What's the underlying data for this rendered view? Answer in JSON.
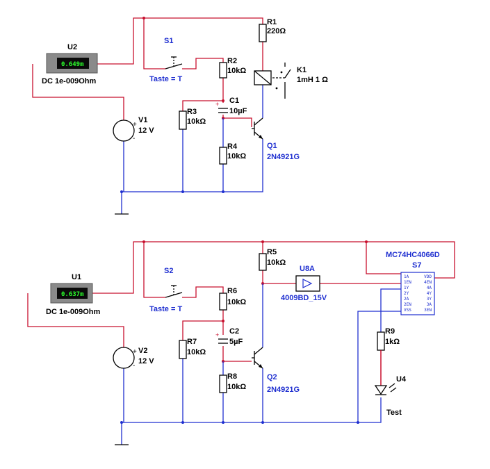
{
  "circuit1": {
    "meter": {
      "name": "U2",
      "reading": "0.649m",
      "mode": "DC  1e-009Ohm"
    },
    "switch": {
      "name": "S1",
      "key": "Taste = T"
    },
    "r1": {
      "name": "R1",
      "value": "220Ω"
    },
    "r2": {
      "name": "R2",
      "value": "10kΩ"
    },
    "r3": {
      "name": "R3",
      "value": "10kΩ"
    },
    "r4": {
      "name": "R4",
      "value": "10kΩ"
    },
    "c1": {
      "name": "C1",
      "value": "10µF",
      "polarity": "+"
    },
    "relay": {
      "name": "K1",
      "value": "1mH 1 Ω"
    },
    "source": {
      "name": "V1",
      "value": "12 V",
      "plus": "+",
      "minus": "-"
    },
    "transistor": {
      "name": "Q1",
      "part": "2N4921G"
    }
  },
  "circuit2": {
    "meter": {
      "name": "U1",
      "reading": "0.637m",
      "mode": "DC  1e-009Ohm"
    },
    "switch": {
      "name": "S2",
      "key": "Taste = T"
    },
    "r5": {
      "name": "R5",
      "value": "10kΩ"
    },
    "r6": {
      "name": "R6",
      "value": "10kΩ"
    },
    "r7": {
      "name": "R7",
      "value": "10kΩ"
    },
    "r8": {
      "name": "R8",
      "value": "10kΩ"
    },
    "r9": {
      "name": "R9",
      "value": "1kΩ"
    },
    "c2": {
      "name": "C2",
      "value": "5µF",
      "polarity": "+"
    },
    "source": {
      "name": "V2",
      "value": "12 V",
      "plus": "+",
      "minus": "-"
    },
    "transistor": {
      "name": "Q2",
      "part": "2N4921G"
    },
    "buffer": {
      "name": "U8A",
      "part": "4009BD_15V"
    },
    "switch_ic": {
      "part": "MC74HC4066D",
      "name": "S7",
      "pins_left": [
        "1A",
        "1EN",
        "1Y",
        "2Y",
        "2A",
        "2EN",
        "VSS"
      ],
      "pins_right": [
        "VDD",
        "4EN",
        "4A",
        "4Y",
        "3Y",
        "3A",
        "3EN"
      ]
    },
    "led": {
      "name": "U4",
      "label": "Test"
    }
  },
  "colors": {
    "wire_red": "#c8102e",
    "wire_blue": "#1f2fd0",
    "meter_body": "#8a8a8a",
    "meter_display": "#0a0a0a",
    "meter_digits": "#2cff2c"
  }
}
